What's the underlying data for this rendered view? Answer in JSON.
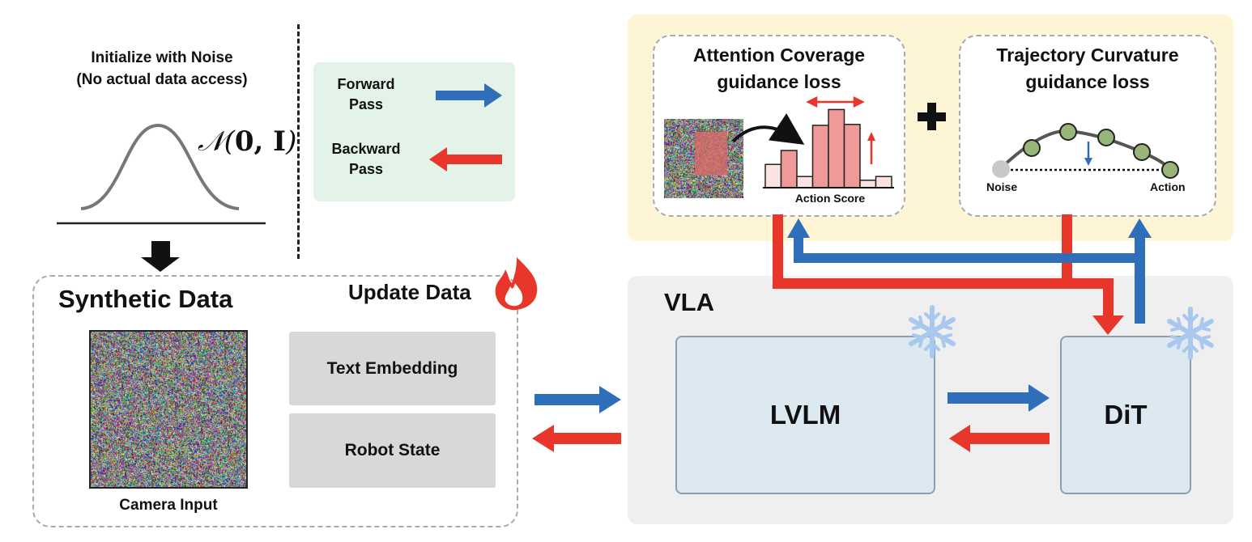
{
  "init": {
    "title_line1": "Initialize with Noise",
    "title_line2": "(No actual data access)",
    "distribution_label_prefix": "𝒩(",
    "distribution_label_bold": "0, I",
    "distribution_label_suffix": ")"
  },
  "legend": {
    "forward_line1": "Forward",
    "forward_line2": "Pass",
    "backward_line1": "Backward",
    "backward_line2": "Pass"
  },
  "synthetic": {
    "title": "Synthetic Data",
    "update_label": "Update Data",
    "camera_label": "Camera Input",
    "text_embedding": "Text Embedding",
    "robot_state": "Robot State"
  },
  "guidance": {
    "attention_title_line1": "Attention Coverage",
    "attention_title_line2": "guidance loss",
    "trajectory_title_line1": "Trajectory Curvature",
    "trajectory_title_line2": "guidance loss",
    "action_score_label": "Action Score",
    "noise_label": "Noise",
    "action_label": "Action",
    "histogram_values": [
      0.25,
      0.4,
      0.12,
      0.67,
      0.84,
      0.68,
      0.08,
      0.12
    ]
  },
  "vla": {
    "label": "VLA",
    "lvlm_label": "LVLM",
    "dit_label": "DiT"
  },
  "colors": {
    "forward": "#2f6fba",
    "backward": "#e8362b",
    "legend_bg": "#e3f3e7",
    "guidance_bg": "#fdf5d3",
    "vla_bg": "#efefef",
    "model_fill": "#dde9f0",
    "node_green": "#98b57a",
    "hist_fill": "#ef9a98"
  },
  "icons": {
    "flame": "flame-icon",
    "snowflake": "snowflake-icon",
    "plus": "plus-icon",
    "down_arrow": "down-arrow-icon"
  }
}
